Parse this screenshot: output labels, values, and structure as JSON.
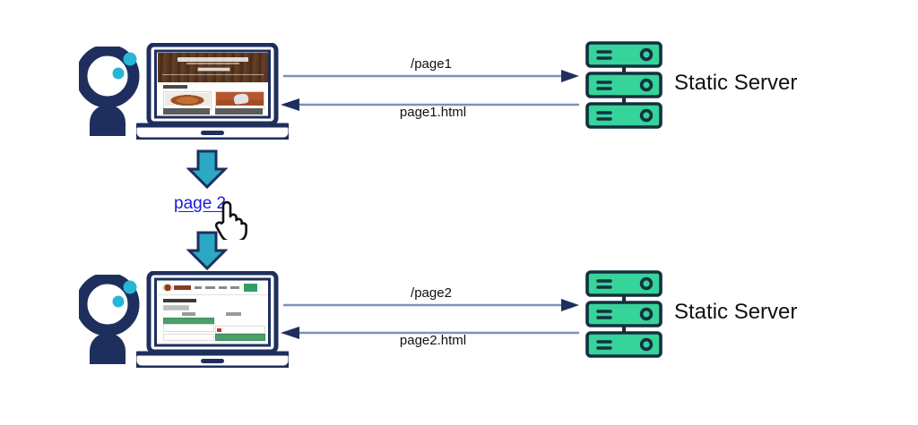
{
  "diagram": {
    "title_alt": "Static server request-response flow for page1 and page2",
    "colors": {
      "navy": "#1e2f5e",
      "cyan": "#27b6d6",
      "server_green": "#36d39a",
      "server_outline": "#13303f",
      "link_blue": "#1a1ae6",
      "arrow_line": "#8190b8",
      "arrow_head": "#1e2f5e",
      "text": "#111111"
    },
    "flows": [
      {
        "id": "flow-page1",
        "client_icon": "user-avatar-icon",
        "device_icon": "laptop-icon",
        "request_label": "/page1",
        "response_label": "page1.html",
        "server_icon": "server-stack-icon",
        "server_label": "Static Server"
      },
      {
        "id": "flow-page2",
        "client_icon": "user-avatar-icon",
        "device_icon": "laptop-icon",
        "request_label": "/page2",
        "response_label": "page2.html",
        "server_icon": "server-stack-icon",
        "server_label": "Static Server"
      }
    ],
    "transition": {
      "arrow_down_top": "down-arrow-icon",
      "link_label": "page 2",
      "cursor_icon": "hand-pointer-cursor",
      "arrow_down_bottom": "down-arrow-icon"
    }
  }
}
